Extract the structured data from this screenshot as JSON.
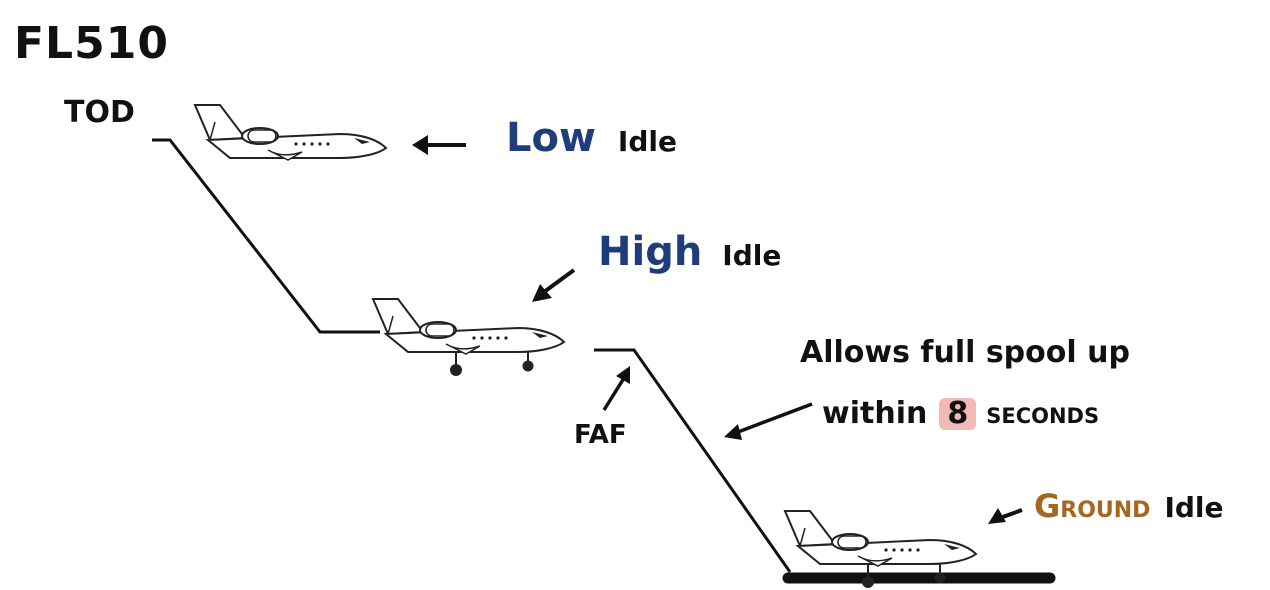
{
  "labels": {
    "flight_level": "FL510",
    "top_of_descent": "TOD",
    "final_approach_fix": "FAF"
  },
  "phases": {
    "low": {
      "word": "Low",
      "idle": "Idle"
    },
    "high": {
      "word": "High",
      "idle": "Idle"
    },
    "ground": {
      "word": "Ground",
      "idle": "Idle"
    }
  },
  "note": {
    "line1": "Allows full spool up",
    "line2_a": "within",
    "highlight": "8",
    "line2_b": "seconds"
  },
  "colors": {
    "low_high": "#1f3d7a",
    "ground": "#a5661e",
    "highlight": "#f3b9b3",
    "ink": "#111111"
  },
  "icons": [
    "airplane-icon",
    "arrow-icon"
  ]
}
